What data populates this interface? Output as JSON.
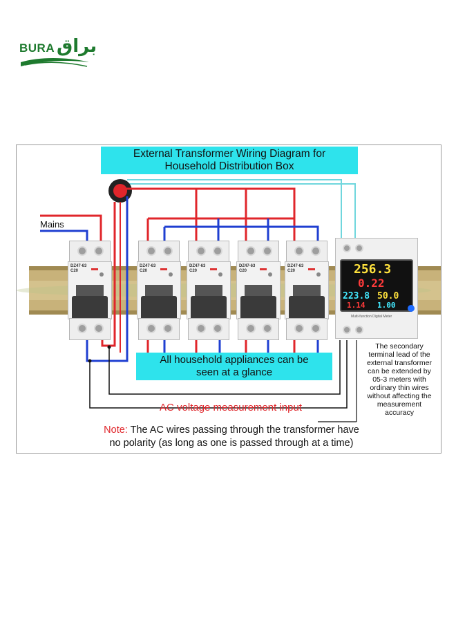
{
  "logo": {
    "latin": "BURA",
    "arabic": "براق",
    "color": "#1e7a2e"
  },
  "diagram": {
    "title_line1": "External Transformer Wiring Diagram for",
    "title_line2": "Household Distribution Box",
    "mains_label": "Mains",
    "appliances_line1": "All household appliances can be",
    "appliances_line2": "seen at a glance",
    "ac_voltage_label": "AC voltage measurement input",
    "note_key": "Note:",
    "note_line1_rest": " The AC wires passing through the transformer have",
    "note_line2": "no polarity (as long as one is passed through at a time)",
    "side_note": [
      "The secondary",
      "terminal lead of the",
      "external transformer",
      "can be extended by",
      "05-3 meters with",
      "ordinary thin wires",
      "without affecting the",
      "measurement",
      "accuracy"
    ],
    "colors": {
      "highlight_box": "#2ee3ec",
      "live_wire": "#e0262b",
      "neutral_wire": "#1f3fd1",
      "signal_wire": "#6fd6dd"
    }
  },
  "breakers": [
    {
      "model": "DZ47-63",
      "rating": "C20"
    },
    {
      "model": "DZ47-63",
      "rating": "C20"
    },
    {
      "model": "DZ47-63",
      "rating": "C20"
    },
    {
      "model": "DZ47-63",
      "rating": "C20"
    },
    {
      "model": "DZ47-63",
      "rating": "C20"
    }
  ],
  "meter": {
    "power": "256.3",
    "energy": "0.22",
    "voltage": "223.8",
    "frequency": "50.0",
    "current": "1.14",
    "power_factor": "1.00",
    "caption": "Multi-function Digital Meter"
  }
}
